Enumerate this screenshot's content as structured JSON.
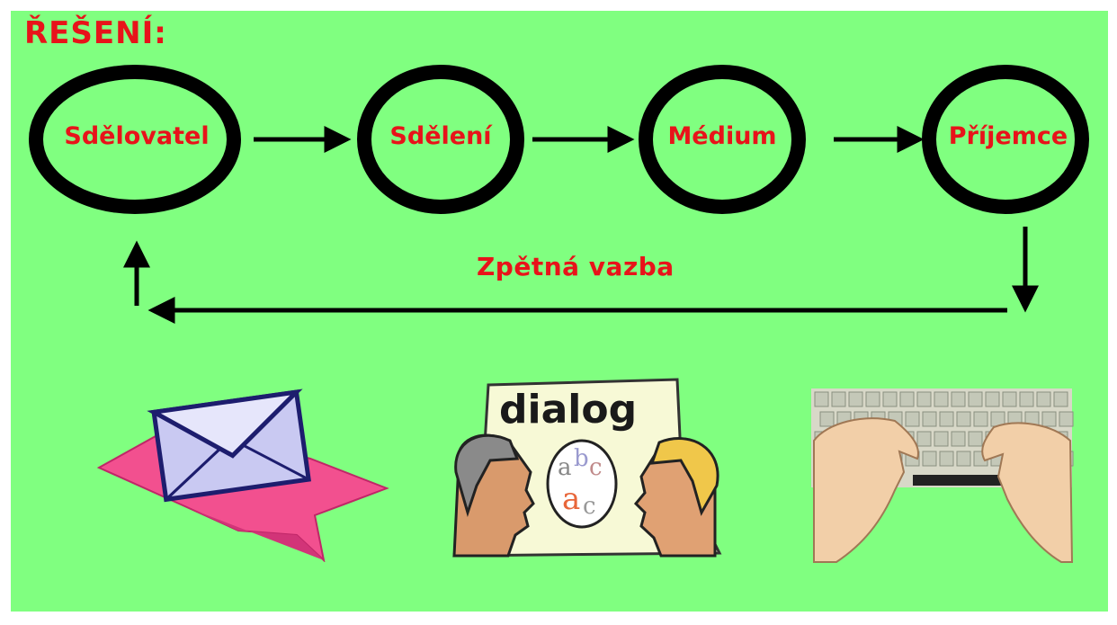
{
  "title": "ŘEŠENÍ:",
  "nodes": [
    {
      "label": "Sdělovatel"
    },
    {
      "label": "Sdělení"
    },
    {
      "label": "Médium"
    },
    {
      "label": "Příjemce"
    }
  ],
  "feedback_label": "Zpětná vazba",
  "colors": {
    "background": "#80ff80",
    "label": "#e8131a",
    "ring": "#000000"
  },
  "illustrations": {
    "dialog_word": "dialog",
    "bubble_letters": [
      "a",
      "b",
      "c",
      "a",
      "c"
    ],
    "icons": [
      "envelope-icon",
      "dialog-conversation-icon",
      "keyboard-typing-icon"
    ]
  }
}
